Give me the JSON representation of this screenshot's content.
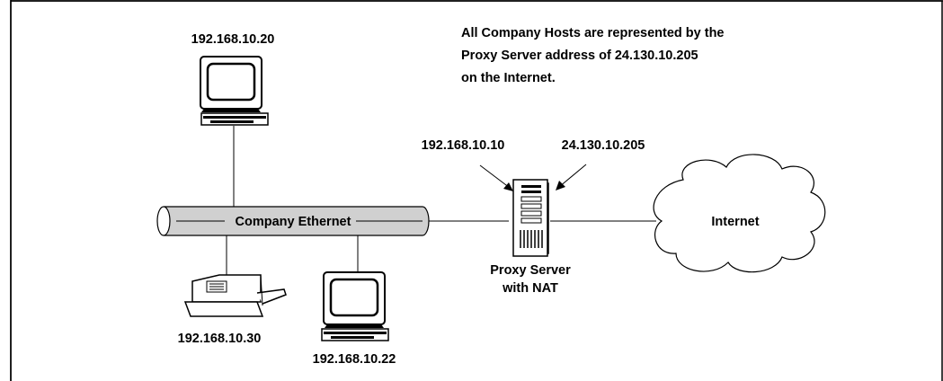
{
  "labels": {
    "workstation_top_ip": "192.168.10.20",
    "note_line1": "All Company Hosts are represented by the",
    "note_line2": "Proxy Server address of 24.130.10.205",
    "note_line3": "on the Internet.",
    "proxy_internal_ip": "192.168.10.10",
    "proxy_external_ip": "24.130.10.205",
    "ethernet_label": "Company Ethernet",
    "internet_label": "Internet",
    "proxy_label_line1": "Proxy Server",
    "proxy_label_line2": "with NAT",
    "printer_ip": "192.168.10.30",
    "workstation_bottom_ip": "192.168.10.22"
  }
}
